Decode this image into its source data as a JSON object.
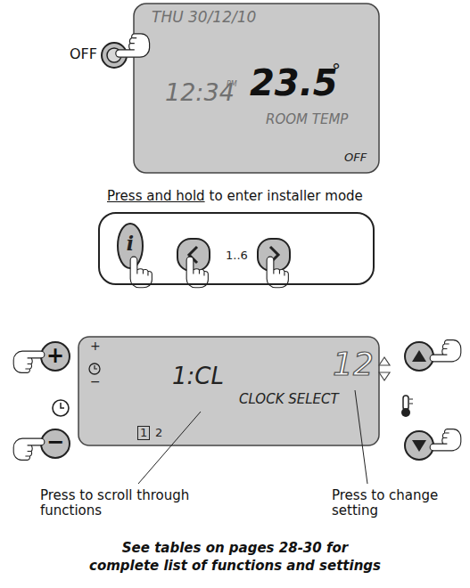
{
  "diagram": {
    "caption": "See tables on pages 28-30 for complete list of functions and settings",
    "nodes": [
      {
        "text": [
          "THU 30/12/10",
          "12:34",
          "PM",
          "23.5",
          "°",
          "ROOM TEMP",
          "OFF"
        ]
      },
      {
        "text": [
          "1..6"
        ]
      },
      {
        "text": [
          "+",
          "−",
          "1:CL",
          "12",
          "CLOCK SELECT",
          "1",
          "2"
        ]
      }
    ],
    "labels": [
      "OFF",
      "Press and hold",
      "to enter installer mode",
      "i",
      "+",
      "−",
      "Press to scroll through functions",
      "Press to change setting"
    ]
  }
}
